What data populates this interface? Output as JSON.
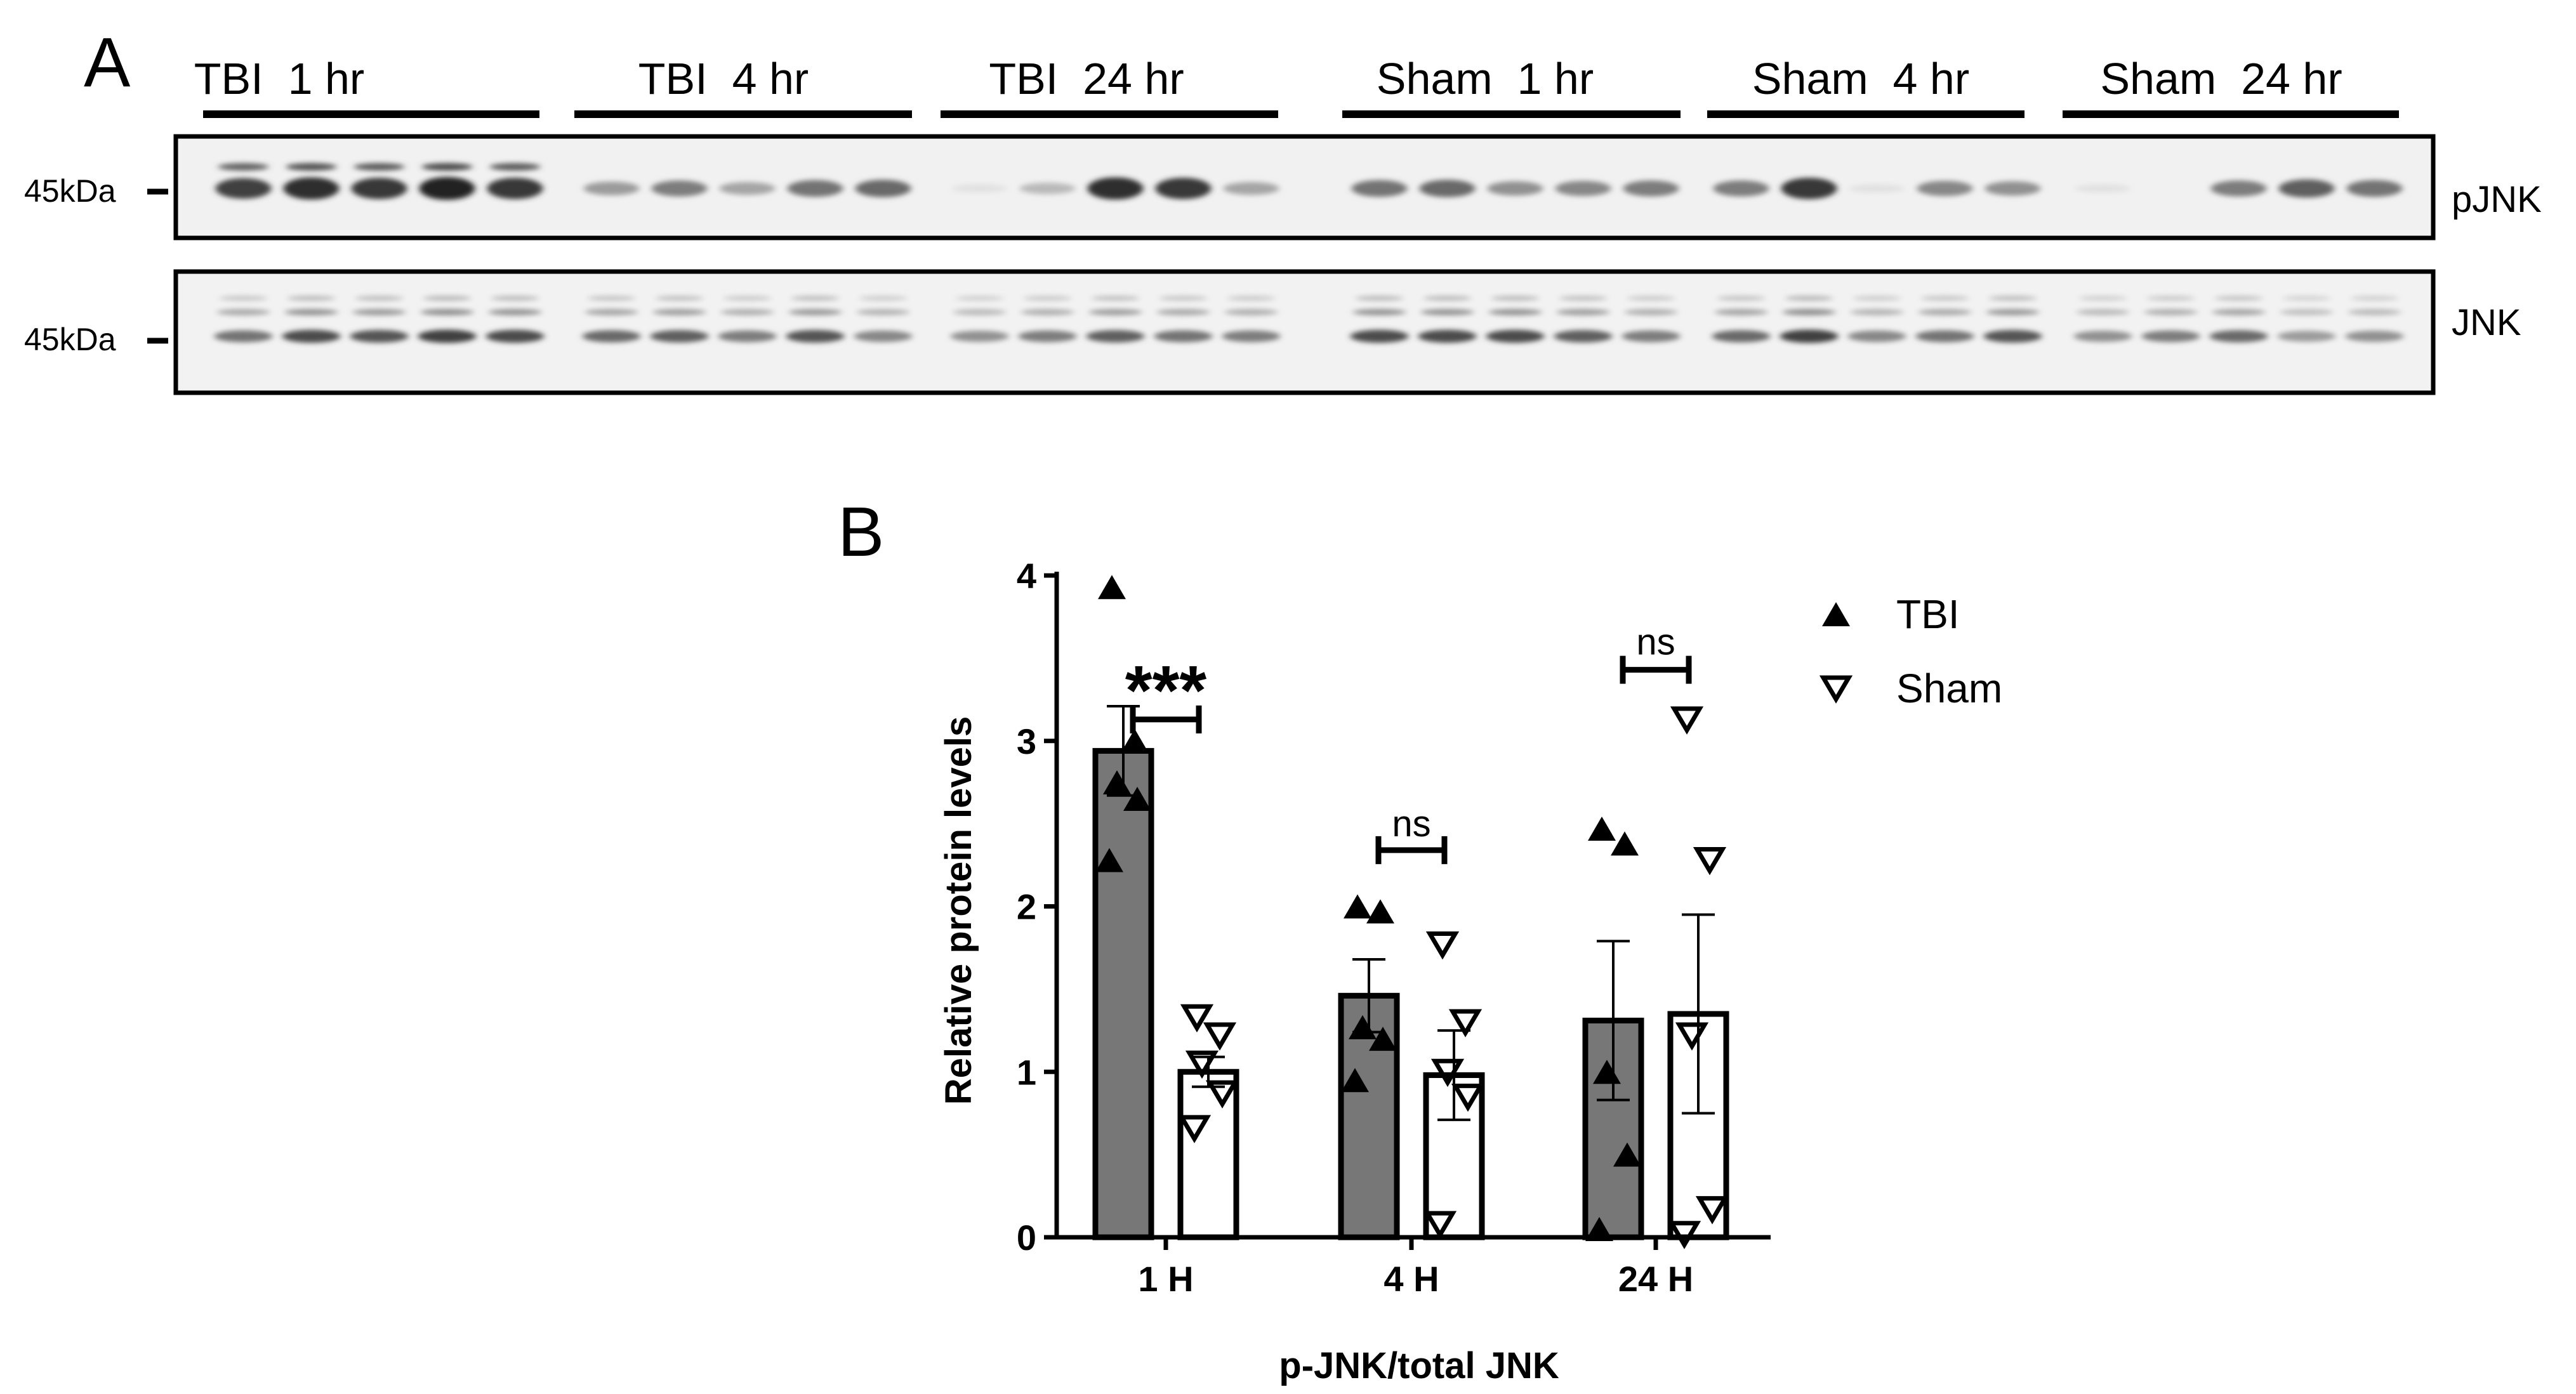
{
  "panelA": {
    "letter": "A",
    "groups": [
      "TBI  1 hr",
      "TBI  4 hr",
      "TBI  24 hr",
      "Sham  1 hr",
      "Sham  4 hr",
      "Sham  24 hr"
    ],
    "blots": [
      {
        "marker": "45kDa",
        "label": "pJNK"
      },
      {
        "marker": "45kDa",
        "label": "JNK"
      }
    ]
  },
  "panelB": {
    "letter": "B"
  },
  "chart_data": {
    "type": "bar",
    "title": "",
    "xlabel": "p-JNK/total JNK",
    "ylabel": "Relative protein levels",
    "ylim": [
      0,
      4
    ],
    "yticks": [
      0,
      1,
      2,
      3,
      4
    ],
    "categories": [
      "1 H",
      "4 H",
      "24 H"
    ],
    "series": [
      {
        "name": "TBI",
        "bar_color": "#777777",
        "marker": "filled-triangle-up",
        "values": [
          2.94,
          1.46,
          1.31
        ],
        "sem": [
          0.27,
          0.22,
          0.48
        ],
        "points": [
          [
            3.93,
            3.0,
            2.75,
            2.65,
            2.28
          ],
          [
            2.0,
            1.97,
            1.27,
            1.2,
            0.95
          ],
          [
            2.47,
            2.38,
            1.0,
            0.5,
            0.05
          ]
        ]
      },
      {
        "name": "Sham",
        "bar_color": "#ffffff",
        "marker": "open-triangle-down",
        "values": [
          1.0,
          0.98,
          1.35
        ],
        "sem": [
          0.09,
          0.27,
          0.6
        ],
        "points": [
          [
            1.33,
            1.22,
            1.05,
            0.87,
            0.66
          ],
          [
            1.77,
            1.3,
            1.0,
            0.85,
            0.08
          ],
          [
            3.13,
            2.28,
            1.22,
            0.17,
            0.02
          ]
        ]
      }
    ],
    "significance": [
      {
        "category": "1 H",
        "label": "***"
      },
      {
        "category": "4 H",
        "label": "ns"
      },
      {
        "category": "24 H",
        "label": "ns"
      }
    ],
    "legend": {
      "position": "top-right",
      "items": [
        "TBI",
        "Sham"
      ]
    }
  }
}
